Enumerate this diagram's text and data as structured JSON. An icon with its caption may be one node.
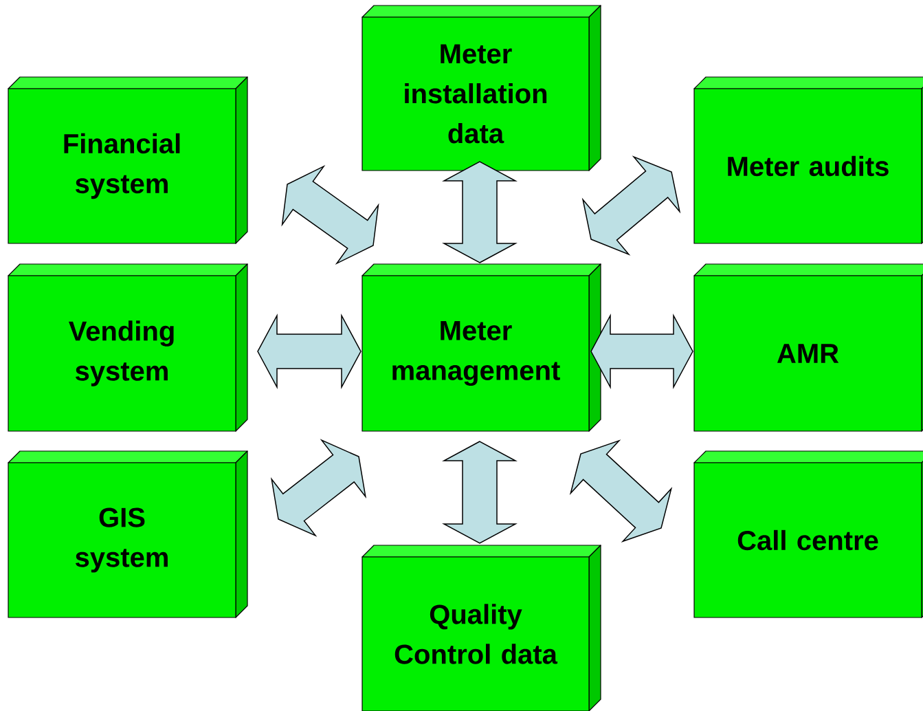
{
  "diagram": {
    "nodes": [
      {
        "text": [
          "Meter installation data"
        ]
      },
      {
        "text": [
          "Financial system"
        ]
      },
      {
        "text": [
          "Meter audits"
        ]
      },
      {
        "text": [
          "Vending system"
        ]
      },
      {
        "text": [
          "Meter management"
        ]
      },
      {
        "text": [
          "AMR"
        ]
      },
      {
        "text": [
          "GIS system"
        ]
      },
      {
        "text": [
          "Call centre"
        ]
      },
      {
        "text": [
          "Quality Control data"
        ]
      }
    ],
    "edges": [
      {
        "from": 4,
        "to": 0,
        "arrow": "both"
      },
      {
        "from": 4,
        "to": 1,
        "arrow": "both"
      },
      {
        "from": 4,
        "to": 2,
        "arrow": "both"
      },
      {
        "from": 4,
        "to": 3,
        "arrow": "both"
      },
      {
        "from": 4,
        "to": 5,
        "arrow": "both"
      },
      {
        "from": 4,
        "to": 6,
        "arrow": "both"
      },
      {
        "from": 4,
        "to": 7,
        "arrow": "both"
      },
      {
        "from": 4,
        "to": 8,
        "arrow": "both"
      }
    ]
  }
}
